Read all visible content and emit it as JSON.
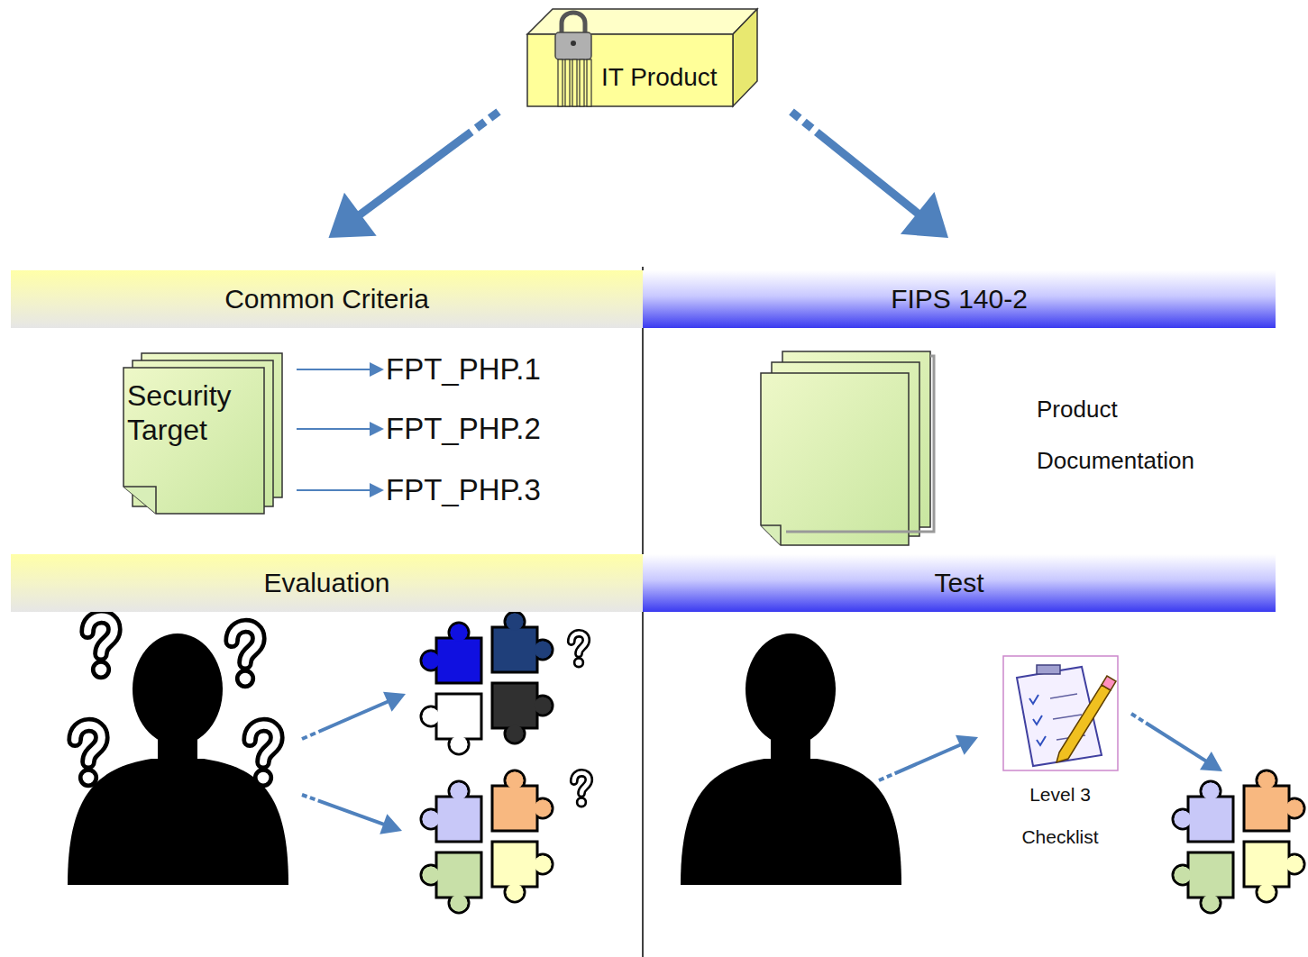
{
  "diagram": {
    "nodes": [
      {
        "text": [
          "IT Product"
        ]
      },
      {
        "text": [
          "Common Criteria"
        ]
      },
      {
        "text": [
          "FIPS 140-2"
        ]
      },
      {
        "text": [
          "Security Target"
        ]
      },
      {
        "text": [
          "FPT_PHP.1"
        ]
      },
      {
        "text": [
          "FPT_PHP.2"
        ]
      },
      {
        "text": [
          "FPT_PHP.3"
        ]
      },
      {
        "text": [
          "Evaluation"
        ]
      },
      {
        "text": [
          "Test"
        ]
      }
    ],
    "edges": [
      {
        "from": 0,
        "to": 1,
        "arrow": "to"
      },
      {
        "from": 0,
        "to": 2,
        "arrow": "to"
      },
      {
        "from": 3,
        "to": 4,
        "arrow": "to"
      },
      {
        "from": 3,
        "to": 5,
        "arrow": "to"
      },
      {
        "from": 3,
        "to": 6,
        "arrow": "to"
      }
    ],
    "labels": [
      "Product Documentation",
      "Level 3 Checklist"
    ]
  }
}
